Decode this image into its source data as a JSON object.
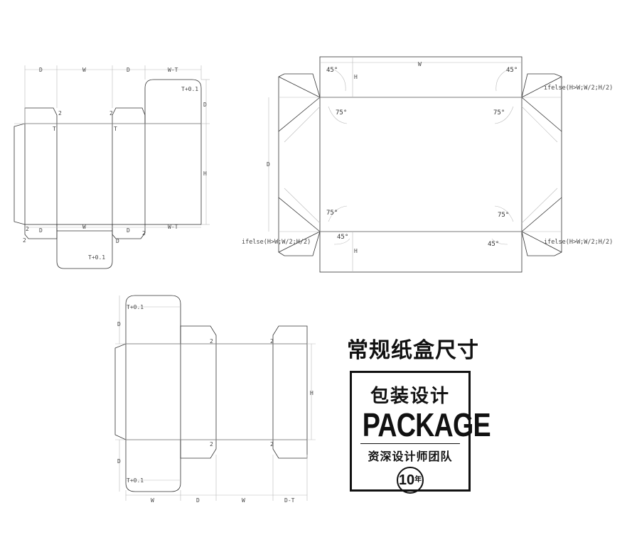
{
  "title": "常规纸盒尺寸",
  "badge": {
    "line1": "包装设计",
    "line2": "PACKAGE",
    "line3": "资深设计师团队",
    "years_num": "10",
    "years_unit": "年"
  },
  "diagram1": {
    "top_dims": [
      "D",
      "W",
      "D",
      "W-T"
    ],
    "bottom_dims": [
      "D",
      "W",
      "D",
      "W-T"
    ],
    "side_dims": [
      "D",
      "H"
    ],
    "tab_labels": [
      "T+0.1",
      "T+0.1"
    ],
    "small_labels": [
      "2",
      "2",
      "T",
      "T",
      "2",
      "2",
      "2"
    ],
    "extra": "D"
  },
  "diagram2": {
    "top_width": "W",
    "left_depth": "D",
    "heights": [
      "H",
      "H"
    ],
    "angles_45": [
      "45°",
      "45°",
      "45°",
      "45°"
    ],
    "angles_75": [
      "75°",
      "75°",
      "75°",
      "75°"
    ],
    "ifelse": "ifelse(H>W;W/2;H/2)"
  },
  "diagram3": {
    "bottom_dims": [
      "W",
      "D",
      "W",
      "D-T"
    ],
    "left_dims": [
      "D",
      "D"
    ],
    "right_dim": "H",
    "tab_labels": [
      "T+0.1",
      "T+0.1"
    ],
    "small_labels": [
      "2",
      "2",
      "2",
      "2"
    ]
  }
}
